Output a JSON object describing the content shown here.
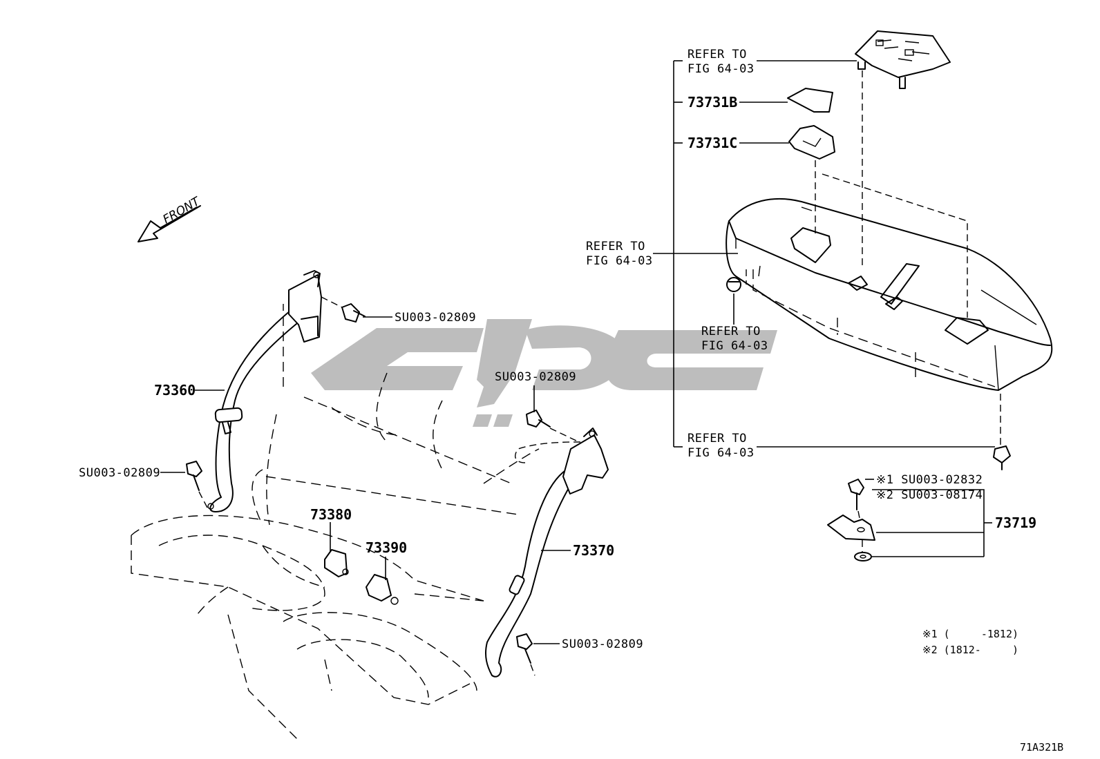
{
  "labels": {
    "front": "FRONT",
    "refer_top": [
      "REFER TO",
      "FIG 64-03"
    ],
    "refer_mid": [
      "REFER TO",
      "FIG 64-03"
    ],
    "refer_clip": [
      "REFER TO",
      "FIG 64-03"
    ],
    "refer_bottom": [
      "REFER TO",
      "FIG 64-03"
    ],
    "part_73731b": "73731B",
    "part_73731c": "73731C",
    "part_73360": "73360",
    "part_73370": "73370",
    "part_73380": "73380",
    "part_73390": "73390",
    "part_73719": "73719",
    "bolt_a": "SU003-02809",
    "bolt_b": "SU003-02809",
    "bolt_c": "SU003-02809",
    "bolt_d": "SU003-02809",
    "bolt_note1": "※1 SU003-02832",
    "bolt_note2": "※2 SU003-08174",
    "footnote1": "※1 (     -1812)",
    "footnote2": "※2 (1812-     )",
    "figure_code": "71A321B"
  },
  "colors": {
    "line": "#000000",
    "watermark": "#bdbdbd",
    "background": "#ffffff"
  }
}
